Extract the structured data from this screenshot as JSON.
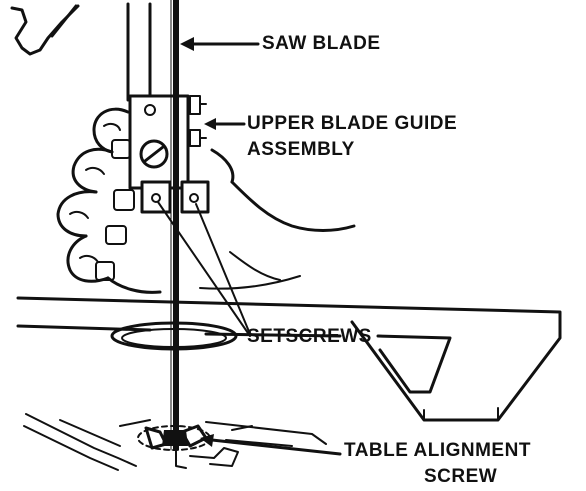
{
  "labels": {
    "saw_blade": "SAW BLADE",
    "upper_guide_line1": "UPPER BLADE GUIDE",
    "upper_guide_line2": "ASSEMBLY",
    "setscrews": "SETSCREWS",
    "table_alignment_line1": "TABLE ALIGNMENT",
    "table_alignment_line2": "SCREW"
  },
  "colors": {
    "ink": "#111111",
    "paper": "#ffffff"
  }
}
